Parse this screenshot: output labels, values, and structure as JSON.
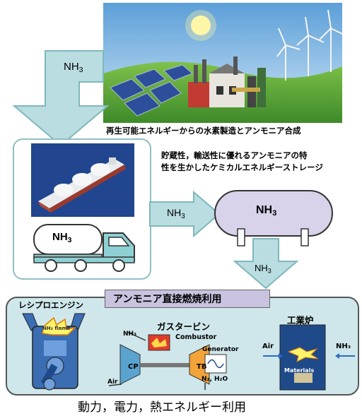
{
  "top": {
    "arrow_label": "NH",
    "arrow_label_sub": "3",
    "caption": "再生可能エネルギーからの水素製造とアンモニア合成"
  },
  "transport": {
    "truck_label": "NH",
    "truck_label_sub": "3"
  },
  "storage": {
    "description_line1": "貯蔵性，輸送性に優れるアンモニアの特",
    "description_line2": "性を生かしたケミカルエネルギーストレージ",
    "arrow_label": "NH",
    "arrow_label_sub": "3",
    "tank_label": "NH",
    "tank_label_sub": "3",
    "down_arrow_label": "NH",
    "down_arrow_label_sub": "3"
  },
  "combustion": {
    "title": "アンモニア直接燃焼利用",
    "engine_title": "レシプロエンジン",
    "flame_label": "NH₃ flame",
    "turbine_title": "ガスタービン",
    "turbine_nh3": "NH₃",
    "combustor": "Combustor",
    "generator": "Generator",
    "cp": "CP",
    "tb": "TB",
    "air": "Air",
    "exhaust": "N₂, H₂O",
    "furnace_title": "工業炉",
    "furnace_air": "Air",
    "furnace_nh3": "NH₃",
    "materials": "Materials"
  },
  "bottom_caption": "動力，電力，熱エネルギー利用",
  "colors": {
    "arrow_fill": "#b9dde0",
    "arrow_stroke": "#7fb7bd",
    "panel_bg": "#cfe7ea",
    "title_bar": "#c9c3e0",
    "tank_fill": "#d8d2ea",
    "compressor": "#5aa3cf",
    "turbine": "#f2a33a"
  }
}
